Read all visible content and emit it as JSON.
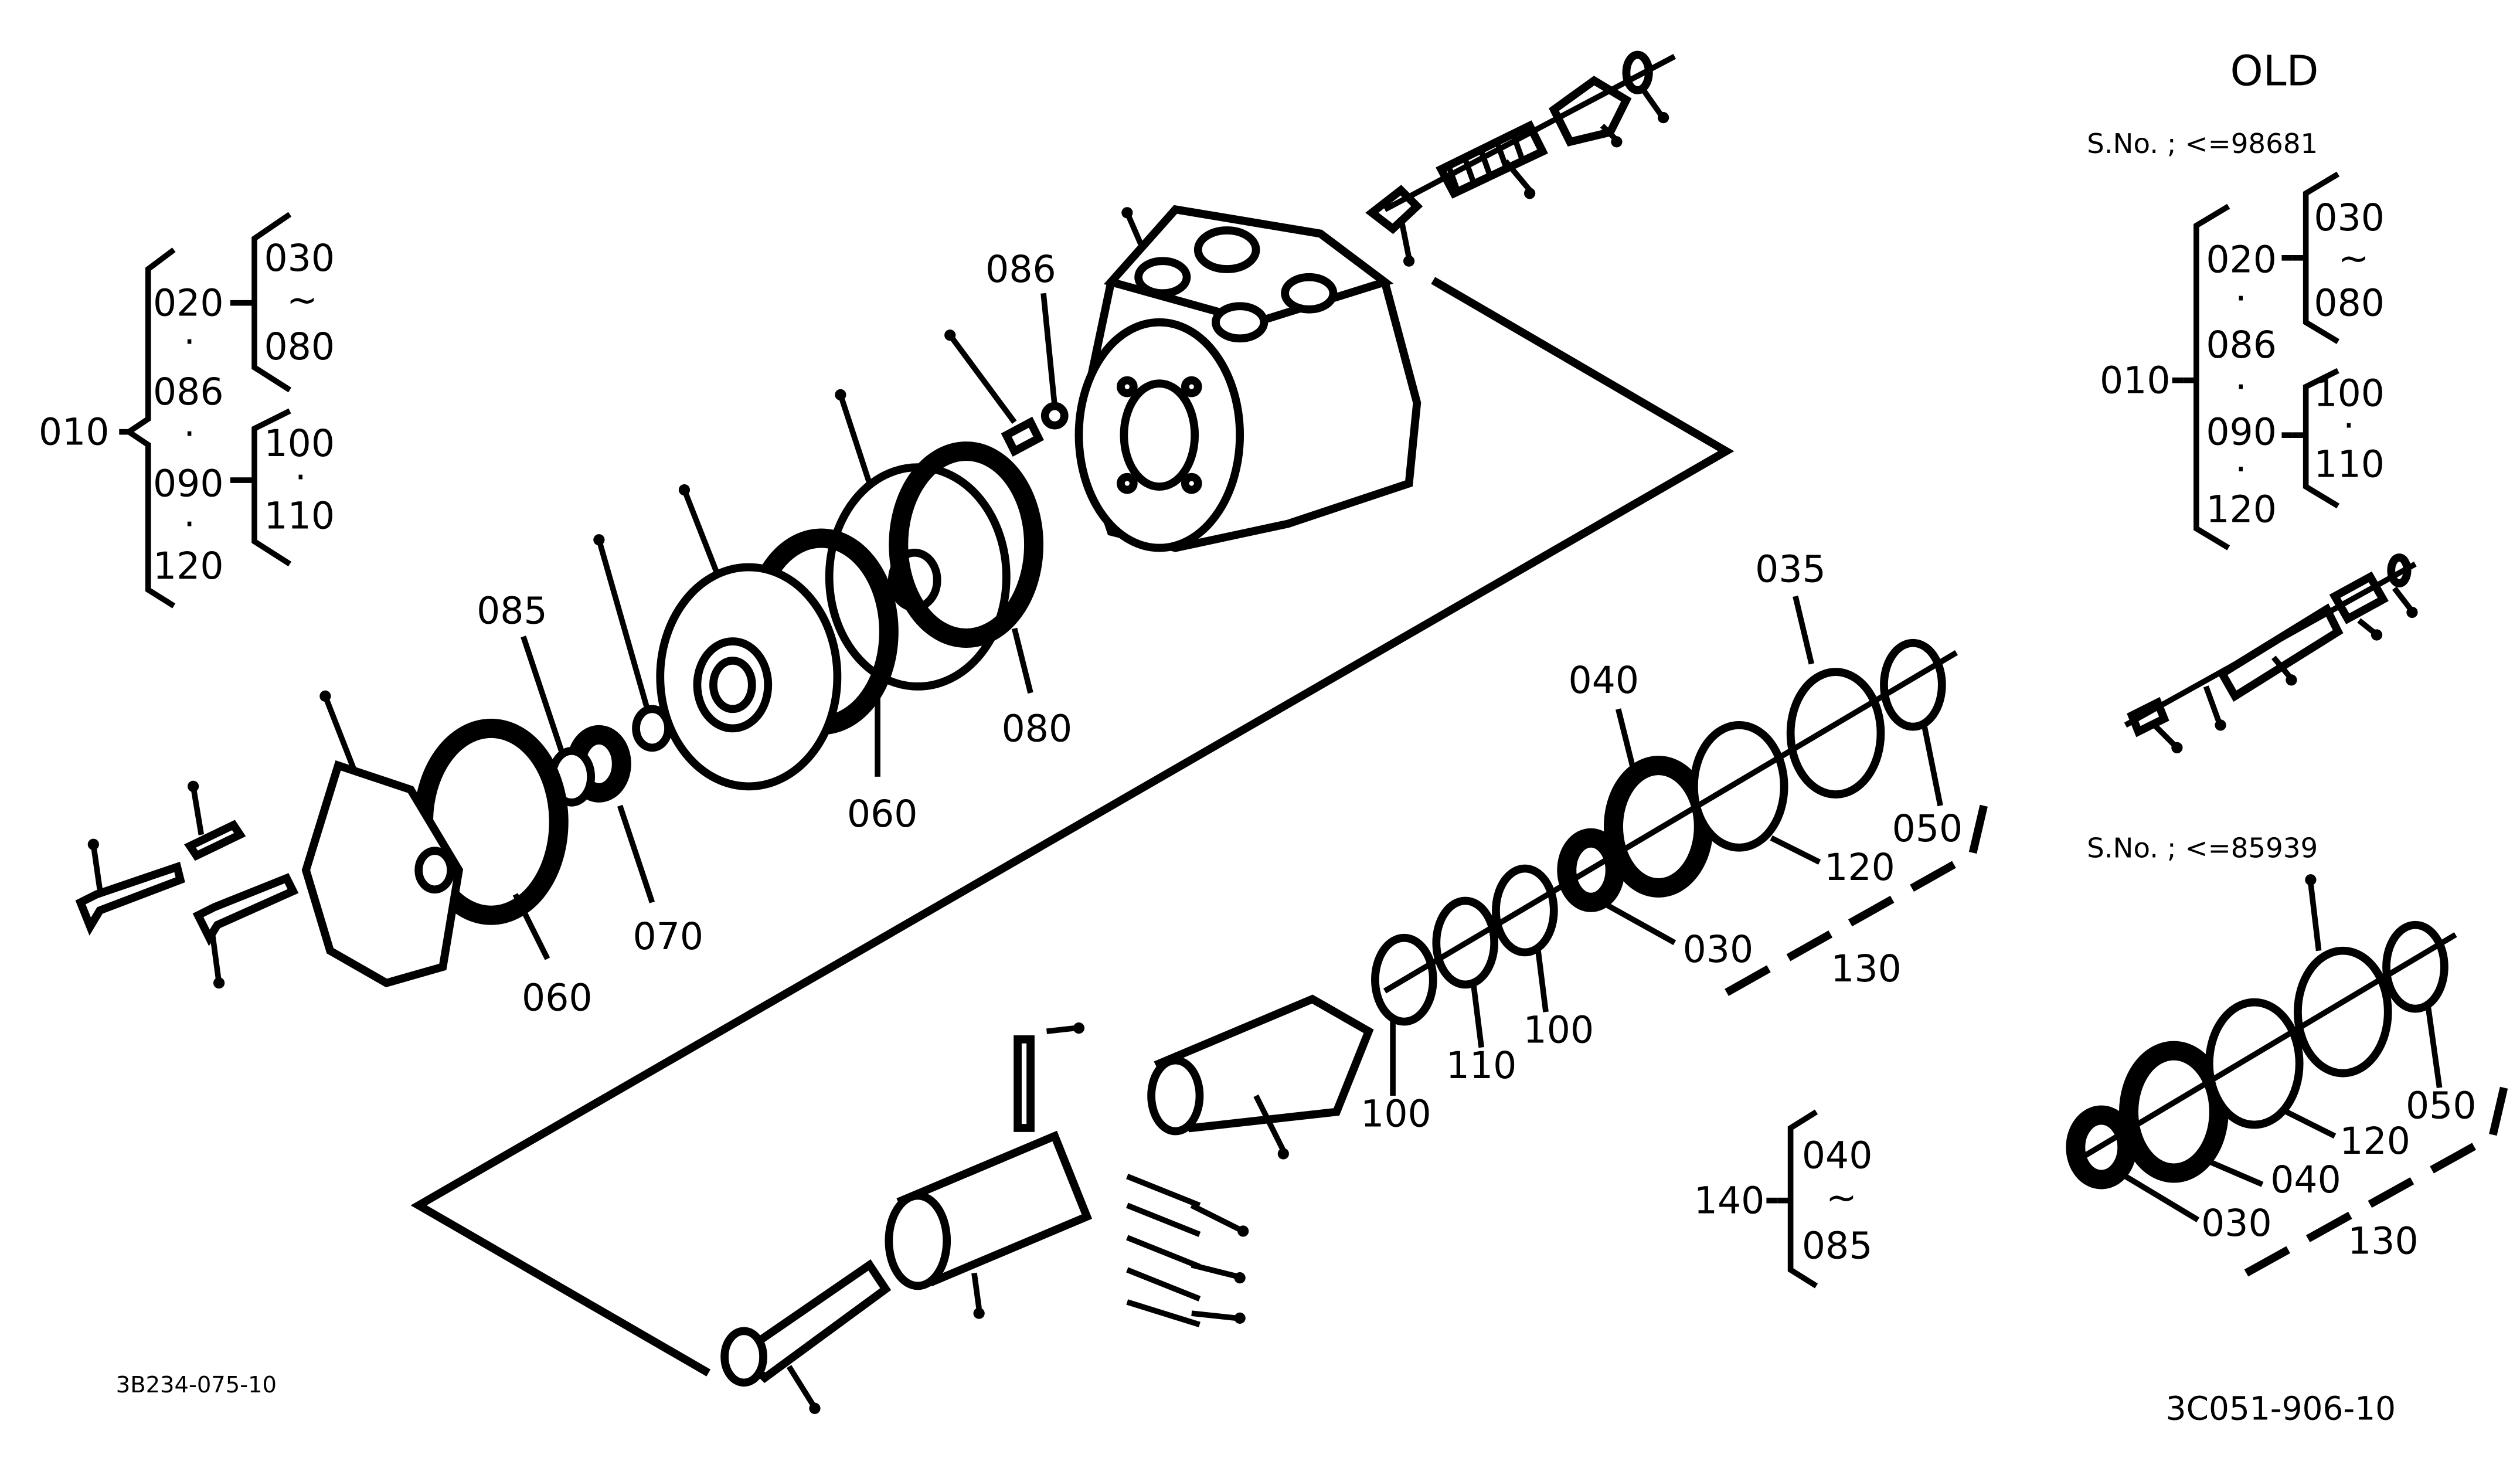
{
  "header": {
    "title": "OLD"
  },
  "serials": {
    "upper": "S.No. ; <=98681",
    "lower": "S.No. ; <=85939"
  },
  "drawing_codes": {
    "left": "3B234-075-10",
    "right": "3C051-906-10"
  },
  "tree_left": {
    "root": "010",
    "items": [
      "020",
      "086",
      "090",
      "120"
    ],
    "range_top": [
      "030",
      "~",
      "080"
    ],
    "range_mid": [
      "100",
      "110"
    ],
    "separator": "·"
  },
  "tree_right": {
    "root": "010",
    "items": [
      "020",
      "086",
      "090",
      "120"
    ],
    "range_top": [
      "030",
      "~",
      "080"
    ],
    "range_mid": [
      "100",
      "110"
    ],
    "separator": "·"
  },
  "kit_140": {
    "root": "140",
    "range": [
      "040",
      "~",
      "085"
    ]
  },
  "callouts": {
    "p086": "086",
    "p085": "085",
    "p060a": "060",
    "p060b": "060",
    "p070": "070",
    "p080": "080",
    "p035": "035",
    "p040": "040",
    "p050": "050",
    "p120": "120",
    "p030": "030",
    "p130": "130",
    "p100a": "100",
    "p100b": "100",
    "p110": "110",
    "old_p050": "050",
    "old_p120": "120",
    "old_p040": "040",
    "old_p030": "030",
    "old_p130": "130"
  }
}
